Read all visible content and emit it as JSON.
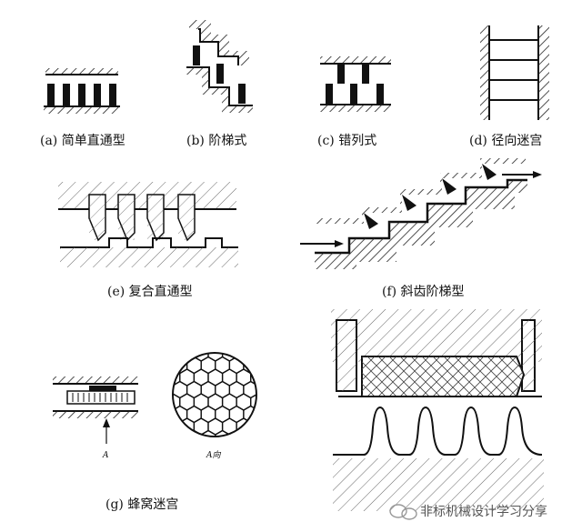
{
  "captions": {
    "a": "(a) 简单直通型",
    "b": "(b) 阶梯式",
    "c": "(c) 错列式",
    "d": "(d) 径向迷宫",
    "e": "(e) 复合直通型",
    "f": "(f) 斜齿阶梯型",
    "g": "(g) 蜂窝迷宫"
  },
  "labels": {
    "point_a": "A",
    "view_a": "A向"
  },
  "watermark": "非标机械设计学习分享"
}
